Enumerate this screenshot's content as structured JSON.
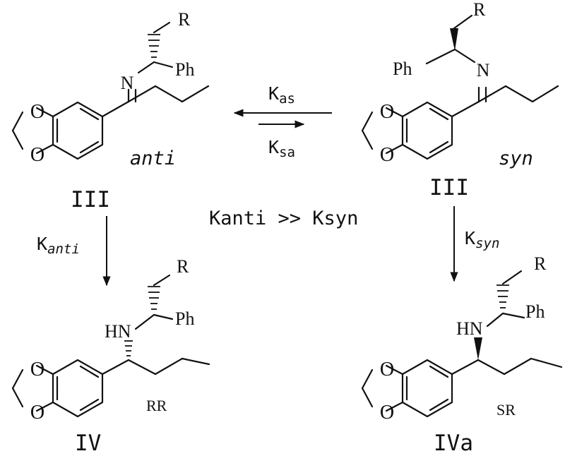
{
  "compounds": {
    "anti_imine": {
      "label": "III",
      "descriptor": "anti",
      "atoms": {
        "r": "R",
        "ph": "Ph",
        "n": "N"
      }
    },
    "syn_imine": {
      "label": "III",
      "descriptor": "syn",
      "atoms": {
        "r": "R",
        "ph": "Ph",
        "n": "N"
      }
    },
    "rr_amine": {
      "label": "IV",
      "stereo": "RR",
      "atoms": {
        "r": "R",
        "ph": "Ph",
        "hn": "HN"
      }
    },
    "sr_amine": {
      "label": "IVa",
      "stereo": "SR",
      "atoms": {
        "r": "R",
        "ph": "Ph",
        "hn": "HN"
      }
    }
  },
  "rings": {
    "o_top": "O",
    "o_bottom": "O"
  },
  "equilibrium": {
    "k_as": {
      "base": "K",
      "sub": "as"
    },
    "k_sa": {
      "base": "K",
      "sub": "sa"
    }
  },
  "rates": {
    "k_anti": {
      "base": "K",
      "sub": "anti"
    },
    "k_syn": {
      "base": "K",
      "sub": "syn"
    }
  },
  "relation": "Kanti >> Ksyn"
}
